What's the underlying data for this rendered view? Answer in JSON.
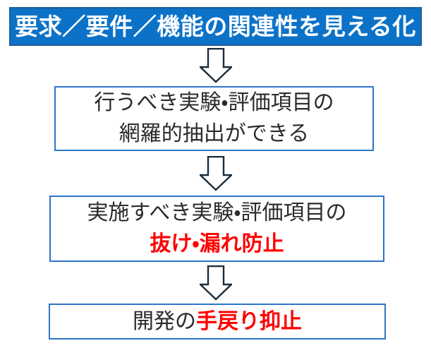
{
  "diagram": {
    "type": "flowchart-vertical",
    "title_box": {
      "text": "要求／要件／機能の関連性を見える化",
      "fill_color": "#0C72C8",
      "border_color": "#1D5D9B",
      "text_color": "#FFFFFF"
    },
    "accent_colors": {
      "box_border": "#2E74C8",
      "emphasis_text": "#FF0000",
      "body_text": "#2B2B2B",
      "arrow_outline": "#1B2B3A",
      "arrow_fill": "#FFFFFF"
    },
    "steps": [
      {
        "id": "step-1",
        "lines": [
          {
            "segments": [
              {
                "text": "行うべき実験・評価項目の",
                "emphasis": false
              }
            ]
          },
          {
            "segments": [
              {
                "text": "網羅的抽出ができる",
                "emphasis": false
              }
            ]
          }
        ]
      },
      {
        "id": "step-2",
        "lines": [
          {
            "segments": [
              {
                "text": "実施すべき実験・評価項目の",
                "emphasis": false
              }
            ]
          },
          {
            "segments": [
              {
                "text": "抜け・漏れ防止",
                "emphasis": true
              }
            ]
          }
        ]
      },
      {
        "id": "step-3",
        "lines": [
          {
            "segments": [
              {
                "text": "開発の",
                "emphasis": false
              },
              {
                "text": "手戻り抑止",
                "emphasis": true
              }
            ]
          }
        ]
      }
    ],
    "connectors": [
      {
        "id": "arrow-1",
        "icon": "arrow-down-icon",
        "from": "title-box",
        "to": "step-1"
      },
      {
        "id": "arrow-2",
        "icon": "arrow-down-icon",
        "from": "step-1",
        "to": "step-2"
      },
      {
        "id": "arrow-3",
        "icon": "arrow-down-icon",
        "from": "step-2",
        "to": "step-3"
      }
    ]
  }
}
